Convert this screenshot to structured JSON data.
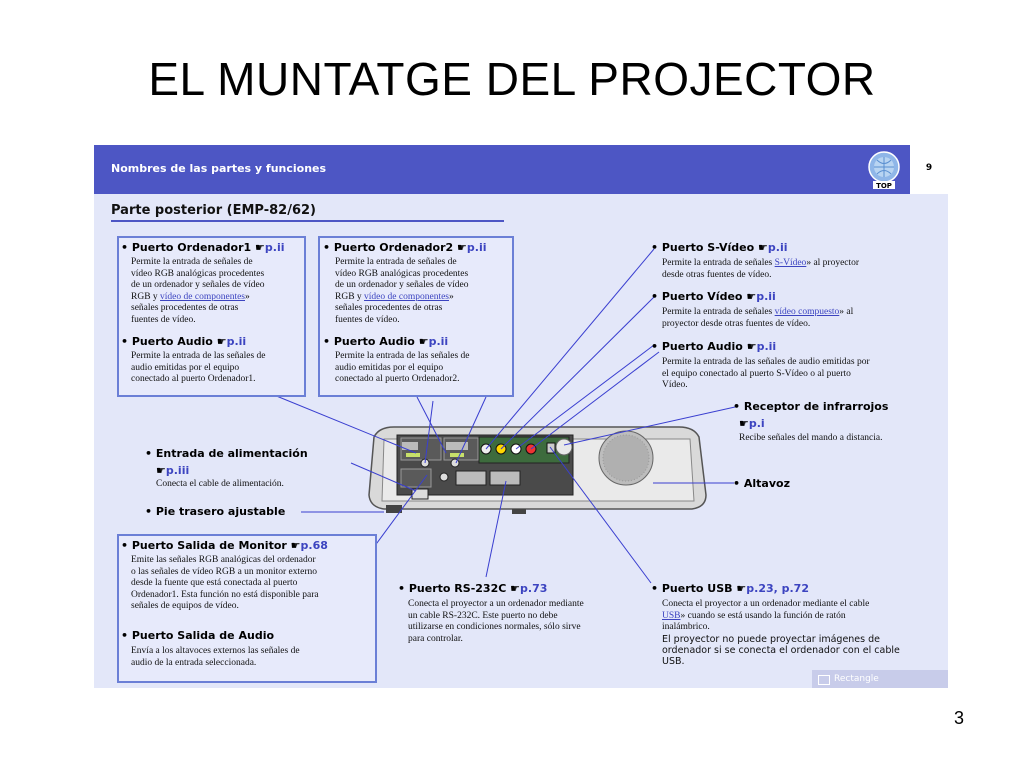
{
  "slide": {
    "title": "EL MUNTATGE DEL PROJECTOR",
    "number": "3"
  },
  "shot": {
    "header_title": "Nombres de las partes y funciones",
    "page_number": "9",
    "top_icon_label": "TOP",
    "section_title": "Parte posterior (EMP-82/62)",
    "items": {
      "ord1_title": "Puerto Ordenador1",
      "ord1_ref": "p.ii",
      "ord1_l1": "Permite la entrada de señales de",
      "ord1_l2": "vídeo RGB analógicas procedentes",
      "ord1_l3": "de un ordenador y señales de vídeo",
      "ord1_l4a": "RGB y ",
      "ord1_l4link": "vídeo de componentes",
      "ord1_l5": "señales procedentes de otras",
      "ord1_l6": "fuentes de vídeo.",
      "audio1_title": "Puerto Audio",
      "audio1_ref": "p.ii",
      "audio1_l1": "Permite la entrada de las señales de",
      "audio1_l2": "audio emitidas por el equipo",
      "audio1_l3": "conectado al puerto Ordenador1.",
      "ord2_title": "Puerto Ordenador2",
      "ord2_ref": "p.ii",
      "ord2_l1": "Permite la entrada de señales de",
      "ord2_l2": "vídeo RGB analógicas procedentes",
      "ord2_l3": "de un ordenador y señales de vídeo",
      "ord2_l4a": "RGB y ",
      "ord2_l4link": "vídeo de componentes",
      "ord2_l5": "señales procedentes de otras",
      "ord2_l6": "fuentes de vídeo.",
      "audio2_title": "Puerto Audio",
      "audio2_ref": "p.ii",
      "audio2_l1": "Permite la entrada de las señales de",
      "audio2_l2": "audio emitidas por el equipo",
      "audio2_l3": "conectado al puerto Ordenador2.",
      "svideo_title": "Puerto S-Vídeo",
      "svideo_ref": "p.ii",
      "svideo_l1a": "Permite la entrada de señales ",
      "svideo_l1link": "S-Vídeo",
      "svideo_l1b": " al proyector",
      "svideo_l2": "desde otras fuentes de vídeo.",
      "video_title": "Puerto Vídeo",
      "video_ref": "p.ii",
      "video_l1a": "Permite la entrada de señales ",
      "video_l1link": "vídeo compuesto",
      "video_l1b": " al",
      "video_l2": "proyector desde otras fuentes de vídeo.",
      "audio3_title": "Puerto Audio",
      "audio3_ref": "p.ii",
      "audio3_l1": "Permite la entrada de las señales de audio emitidas por",
      "audio3_l2": "el equipo conectado al puerto S-Vídeo o al puerto",
      "audio3_l3": "Vídeo.",
      "ir_title": "Receptor de infrarrojos",
      "ir_ref": "p.i",
      "ir_l1": "Recibe señales del mando a distancia.",
      "power_title": "Entrada de alimentación",
      "power_ref": "p.iii",
      "power_l1": "Conecta el cable de alimentación.",
      "altavoz_title": "Altavoz",
      "pie_title": "Pie trasero ajustable",
      "monitor_title": "Puerto Salida de Monitor",
      "monitor_ref": "p.68",
      "monitor_l1": "Emite las señales RGB analógicas del ordenador",
      "monitor_l2": "o las señales de vídeo RGB a un monitor externo",
      "monitor_l3": "desde la fuente que está conectada al puerto",
      "monitor_l4": "Ordenador1. Esta función no está disponible para",
      "monitor_l5": "señales de equipos de vídeo.",
      "audioout_title": "Puerto Salida de Audio",
      "audioout_l1": "Envía a los altavoces externos las señales de",
      "audioout_l2": "audio de la entrada seleccionada.",
      "rs232_title": "Puerto RS-232C",
      "rs232_ref": "p.73",
      "rs232_l1": "Conecta el proyector a un ordenador mediante",
      "rs232_l2": "un cable RS-232C. Este puerto no debe",
      "rs232_l3": "utilizarse en condiciones normales, sólo sirve",
      "rs232_l4": "para controlar.",
      "usb_title": "Puerto USB",
      "usb_ref": "p.23, p.72",
      "usb_l1": "Conecta el proyector a un ordenador mediante el cable",
      "usb_l2link": "USB",
      "usb_l2b": " cuando se está usando la función de ratón",
      "usb_l3": "inalámbrico.",
      "usb_l4": "El proyector no puede proyectar imágenes de",
      "usb_l5": "ordenador si se conecta el ordenador con el cable",
      "usb_l6": "USB."
    },
    "rectangle_label": "Rectangle"
  }
}
